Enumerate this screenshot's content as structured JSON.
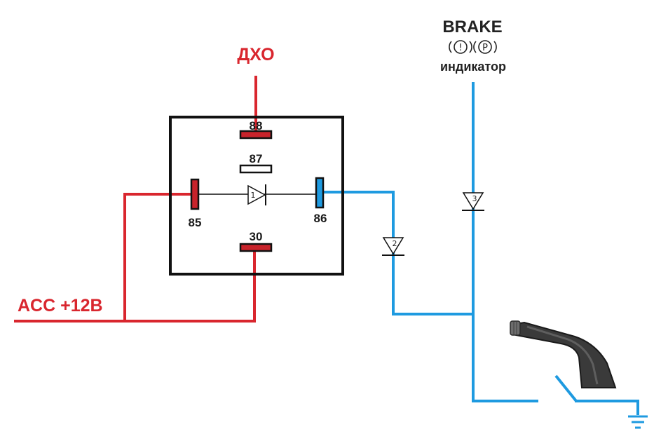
{
  "colors": {
    "red_wire": "#d9262e",
    "blue_wire": "#1e9ae0",
    "black": "#111111",
    "pin_fill": "#c8232b"
  },
  "labels": {
    "dho": "ДХО",
    "acc": "ACC +12B",
    "brake_title": "BRAKE",
    "brake_icon_1": "!",
    "brake_icon_2": "P",
    "brake_sub": "индикатор"
  },
  "relay": {
    "pins": {
      "p88": "88",
      "p87": "87",
      "p85": "85",
      "p86": "86",
      "p30": "30"
    },
    "diode_number": "1"
  },
  "diodes": {
    "d2": "2",
    "d3": "3"
  },
  "icons": {
    "handbrake": "handbrake-lever-icon",
    "switch": "switch-contact-icon",
    "ground": "ground-icon"
  }
}
